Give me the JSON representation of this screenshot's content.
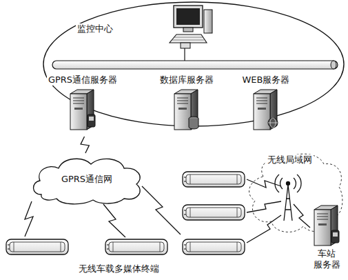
{
  "diagram": {
    "nodes": [
      {
        "text": [
          "监控中心"
        ]
      },
      {
        "text": [
          "GPRS通信服务器"
        ],
        "in": 0
      },
      {
        "text": [
          "数据库服务器"
        ],
        "in": 0
      },
      {
        "text": [
          "WEB服务器"
        ],
        "in": 0
      },
      {
        "text": [
          "GPRS通信网"
        ]
      },
      {
        "text": [
          "无线局域网"
        ]
      },
      {
        "text": [
          "车站 服务器"
        ]
      }
    ],
    "edges": [
      {
        "from": 1,
        "to": 4,
        "arrow": "none"
      }
    ],
    "labels": [
      "无线车载多媒体终端"
    ]
  }
}
